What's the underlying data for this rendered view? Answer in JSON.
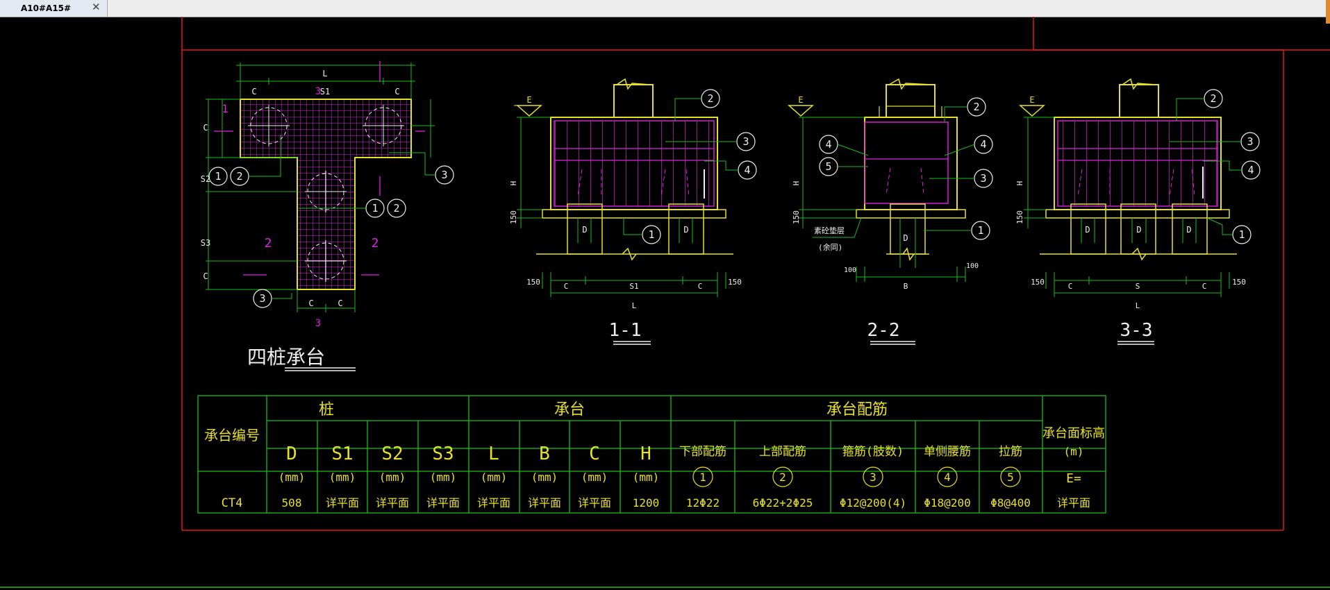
{
  "window": {
    "tab_title": "A10#A15#",
    "tab_close": "✕"
  },
  "colors": {
    "background": "#000000",
    "frame": "#e01818",
    "outline": "#e8e028",
    "dimension": "#18c018",
    "rebar": "#e020e0",
    "text": "#f0f0f0",
    "table_text": "#e8e028"
  },
  "drawing": {
    "plan": {
      "title": "四桩承台",
      "dims": {
        "L": "L",
        "S1": "S1",
        "C": "C",
        "S2": "S2",
        "S3": "S3"
      },
      "section_marks": {
        "s1": "1",
        "s2": "2",
        "s3": "3"
      },
      "callouts": [
        "1",
        "2",
        "1",
        "2",
        "3",
        "3"
      ]
    },
    "section_1": {
      "title": "1-1",
      "elev_label": "E",
      "h_label": "H",
      "base_h": "150",
      "pile_label": "D",
      "dims": {
        "left": "150",
        "c": "C",
        "s": "S1",
        "right": "150",
        "total": "L"
      },
      "callouts": [
        "2",
        "3",
        "4",
        "1"
      ]
    },
    "section_2": {
      "title": "2-2",
      "elev_label": "E",
      "h_label": "H",
      "base_h": "150",
      "pile_label": "D",
      "note_1": "素砼垫层",
      "note_2": "(余同)",
      "dims": {
        "left": "100",
        "b": "B",
        "right": "100"
      },
      "callouts": [
        "2",
        "4",
        "5",
        "4",
        "3",
        "1"
      ]
    },
    "section_3": {
      "title": "3-3",
      "elev_label": "E",
      "h_label": "H",
      "base_h": "150",
      "pile_label": "D",
      "dims": {
        "left": "150",
        "c": "C",
        "s": "S",
        "right": "150",
        "total": "L"
      },
      "callouts": [
        "2",
        "3",
        "4",
        "1"
      ]
    }
  },
  "table": {
    "group_headers": {
      "pile": "桩",
      "cap": "承台",
      "rebar": "承台配筋"
    },
    "col_id": "承台编号",
    "col_elev": "承台面标高",
    "col_elev_unit": "(m)",
    "columns": [
      "D",
      "S1",
      "S2",
      "S3",
      "L",
      "B",
      "C",
      "H",
      "下部配筋",
      "上部配筋",
      "箍筋(肢数)",
      "单侧腰筋",
      "拉筋"
    ],
    "units": [
      "(mm)",
      "(mm)",
      "(mm)",
      "(mm)",
      "(mm)",
      "(mm)",
      "(mm)",
      "(mm)",
      "1",
      "2",
      "3",
      "4",
      "5"
    ],
    "elev_unit_row": "E=",
    "rows": [
      {
        "id": "CT4",
        "cells": [
          "508",
          "详平面",
          "详平面",
          "详平面",
          "详平面",
          "详平面",
          "详平面",
          "1200",
          "12Φ22",
          "6Φ22+2Φ25",
          "Φ12@200(4)",
          "Φ18@200",
          "Φ8@400"
        ],
        "elev": "详平面"
      }
    ]
  }
}
